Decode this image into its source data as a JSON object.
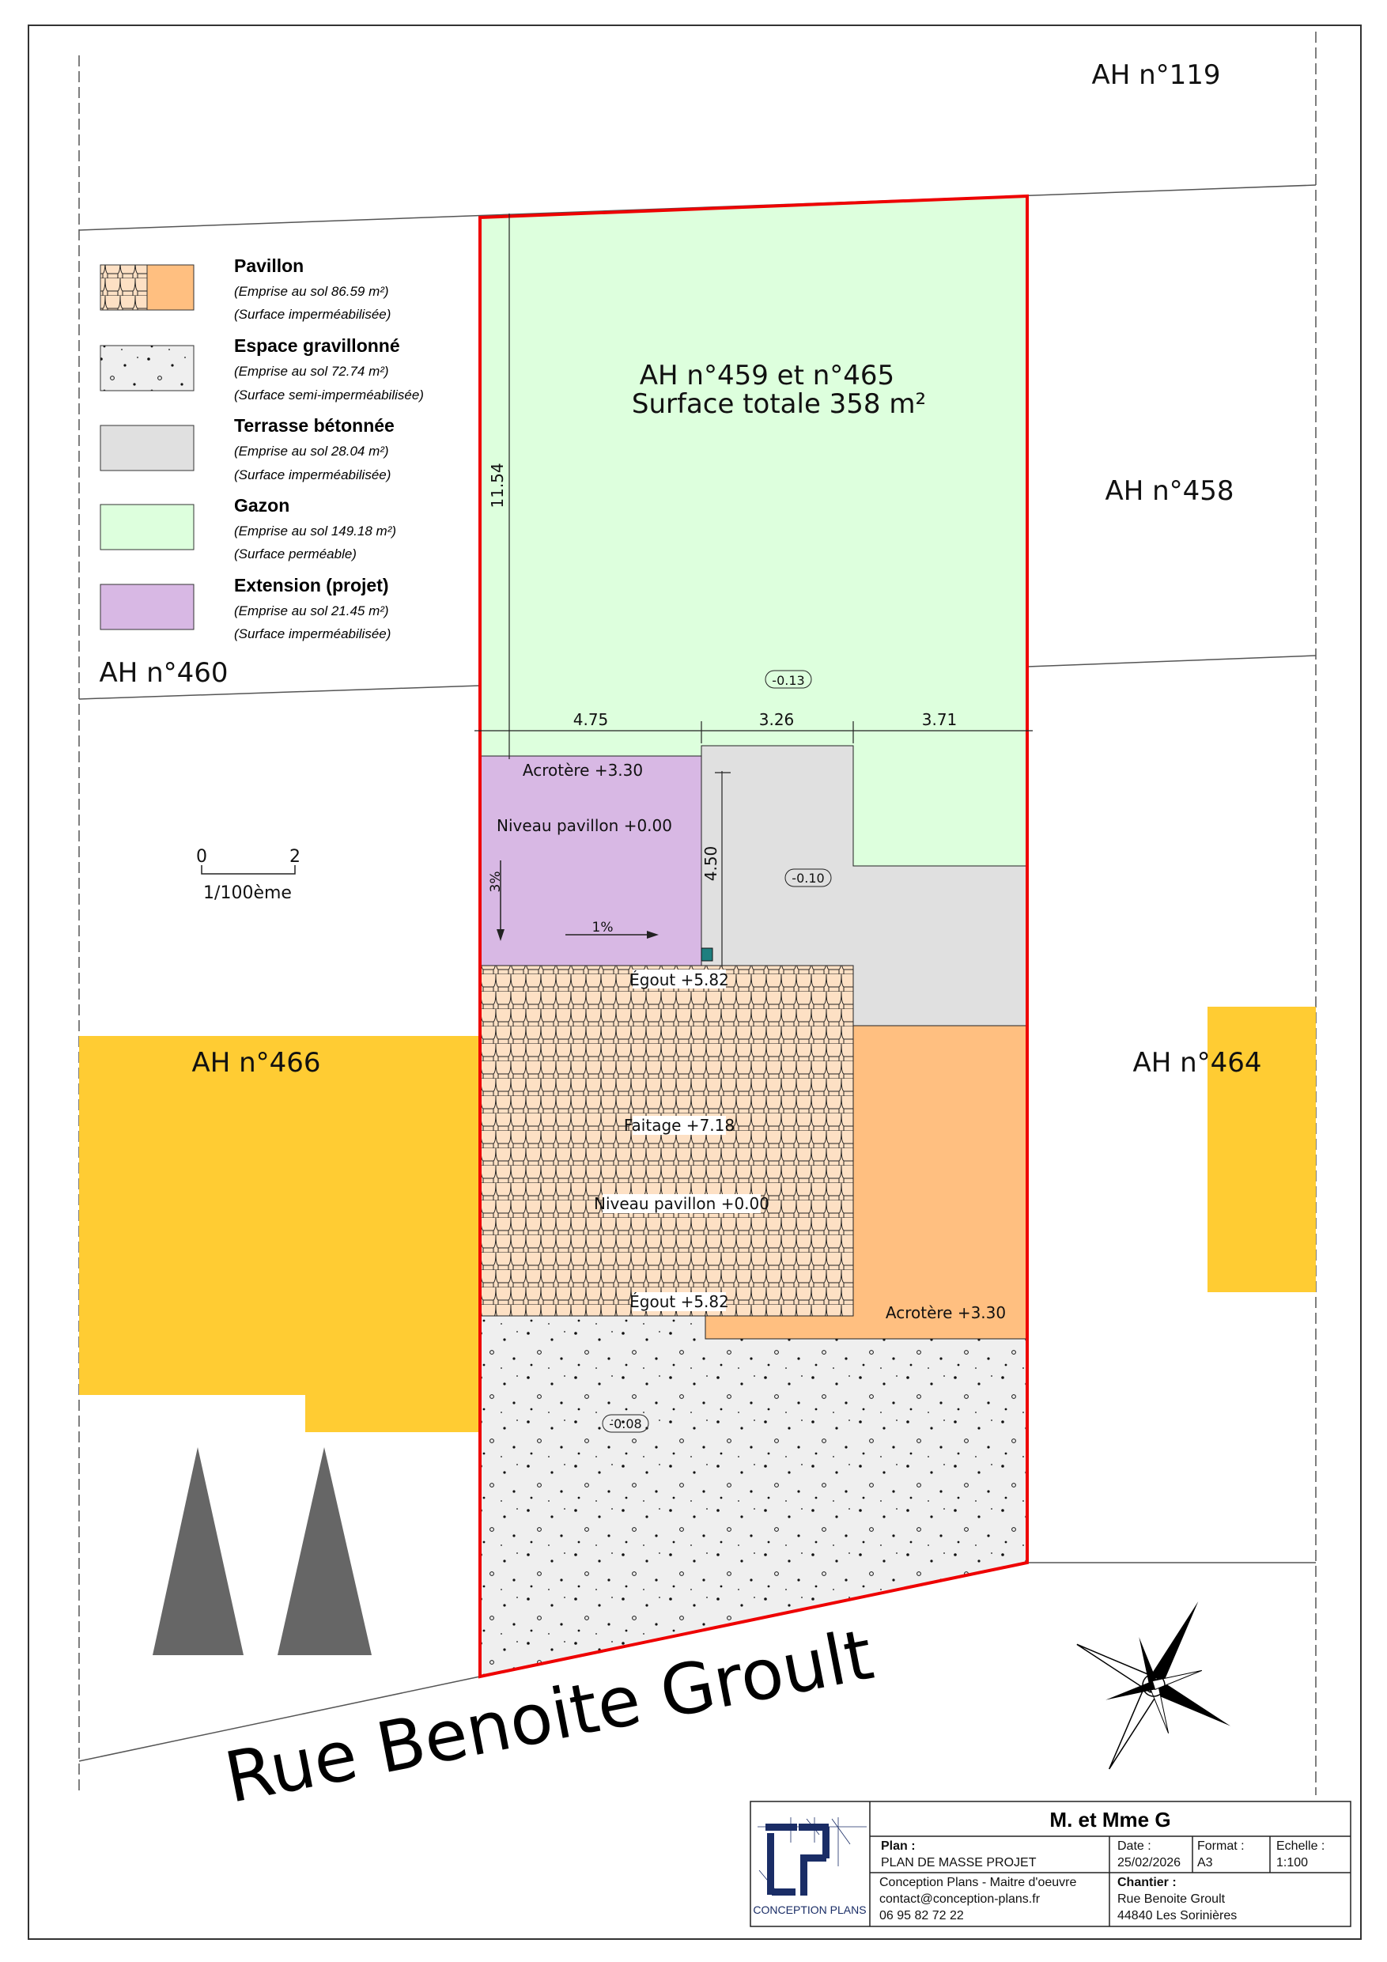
{
  "parcels": {
    "ah119": "AH n°119",
    "ah458": "AH n°458",
    "ah460": "AH n°460",
    "ah466": "AH n°466",
    "ah464": "AH n°464",
    "main_title": "AH n°459 et n°465",
    "main_surface": "Surface totale 358 m²"
  },
  "street": "Rue Benoite Groult",
  "legend": [
    {
      "title": "Pavillon",
      "area": "(Emprise au sol 86.59 m²)",
      "type": "(Surface imperméabilisée)",
      "color": "#ffbf80"
    },
    {
      "title": "Espace gravillonné",
      "area": "(Emprise au sol 72.74 m²)",
      "type": "(Surface semi-imperméabilisée)",
      "color": "#efefef"
    },
    {
      "title": "Terrasse bétonnée",
      "area": "(Emprise au sol 28.04 m²)",
      "type": "(Surface imperméabilisée)",
      "color": "#e0e0e0"
    },
    {
      "title": "Gazon",
      "area": "(Emprise au sol 149.18 m²)",
      "type": "(Surface perméable)",
      "color": "#ddffdd"
    },
    {
      "title": "Extension (projet)",
      "area": "(Emprise au sol 21.45 m²)",
      "type": "(Surface imperméabilisée)",
      "color": "#d8b8e4"
    }
  ],
  "scale_bar": {
    "start": "0",
    "end": "2",
    "label": "1/100ème"
  },
  "dimensions": {
    "d1": "11.54",
    "d2": "4.75",
    "d3": "3.26",
    "d4": "3.71",
    "d5": "4.50"
  },
  "levels": {
    "l1": "-0.13",
    "l2": "-0.10",
    "l3": "-0.08",
    "acrotere_ext": "Acrotère +3.30",
    "niveau_ext": "Niveau pavillon +0.00",
    "slope_v": "3%",
    "slope_h": "1%",
    "egout_top": "Égout +5.82",
    "faitage": "Faitage +7.18",
    "niveau_pav": "Niveau pavillon +0.00",
    "egout_bottom": "Égout +5.82",
    "acrotere_pav": "Acrotère +3.30"
  },
  "title_block": {
    "client": "M. et Mme G",
    "logo_text": "CONCEPTION PLANS",
    "plan_label": "Plan :",
    "plan_value": "PLAN DE MASSE PROJET",
    "date_label": "Date :",
    "date_value": "25/02/2026",
    "format_label": "Format :",
    "format_value": "A3",
    "scale_label": "Echelle :",
    "scale_value": "1:100",
    "company": "Conception Plans - Maitre d'oeuvre",
    "email": "contact@conception-plans.fr",
    "phone": "06 95 82 72 22",
    "site_label": "Chantier :",
    "site_street": "Rue Benoite Groult",
    "site_city": "44840 Les Sorinières"
  },
  "colors": {
    "boundary": "#ee0000",
    "neighbor": "#ffcc33",
    "tree": "#666666",
    "logo": "#1a2d66"
  }
}
